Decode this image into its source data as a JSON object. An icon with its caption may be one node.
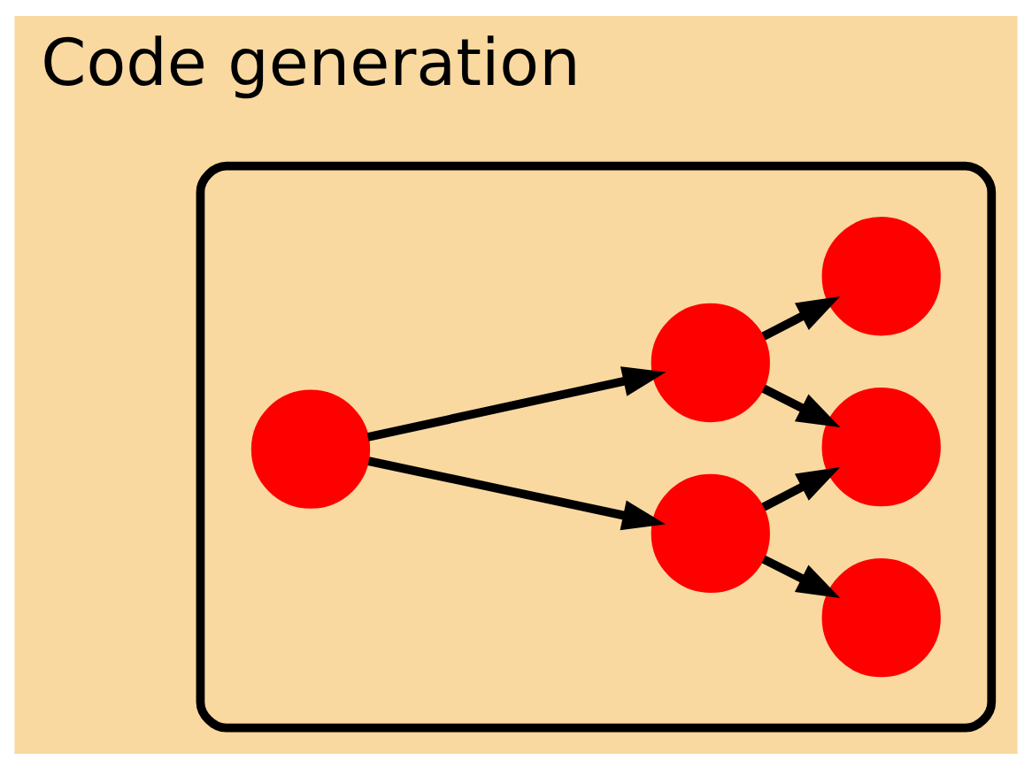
{
  "diagram": {
    "nodes": [
      {
        "text": [],
        "shape": "dome"
      },
      {
        "text": [],
        "shape": "circle",
        "in": 0
      },
      {
        "text": [],
        "shape": "circle",
        "in": 0
      },
      {
        "text": [],
        "shape": "circle",
        "in": 0
      },
      {
        "text": [],
        "shape": "circle",
        "in": 0
      },
      {
        "text": [],
        "shape": "circle",
        "in": 0
      },
      {
        "text": [],
        "shape": "circle",
        "in": 0
      }
    ],
    "edges": [
      {
        "from": 1,
        "to": 2,
        "arrow": "to"
      },
      {
        "from": 2,
        "to": 3,
        "arrow": "to"
      },
      {
        "from": 1,
        "to": 4,
        "arrow": "to"
      },
      {
        "from": 4,
        "to": 5,
        "arrow": "to"
      },
      {
        "from": 2,
        "to": 5,
        "arrow": "to"
      },
      {
        "from": 4,
        "to": 6,
        "arrow": "to"
      }
    ],
    "labels": [
      "Code generation"
    ]
  }
}
